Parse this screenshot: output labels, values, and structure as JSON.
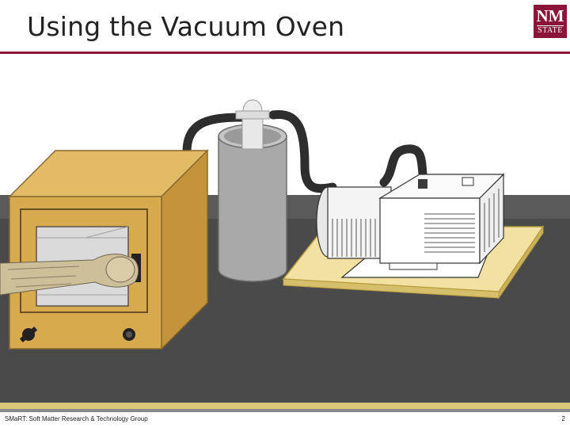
{
  "slide": {
    "title": "Using the Vacuum Oven",
    "footer": "SMaRT: Soft Matter Research & Technology Group",
    "page_number": "2"
  },
  "logo": {
    "line1": "NM",
    "line2": "STATE"
  },
  "colors": {
    "accent": "#8a1538",
    "bench": "#4a4a4a",
    "oven": "#d8aa4f",
    "tray": "#f2e1a0"
  }
}
